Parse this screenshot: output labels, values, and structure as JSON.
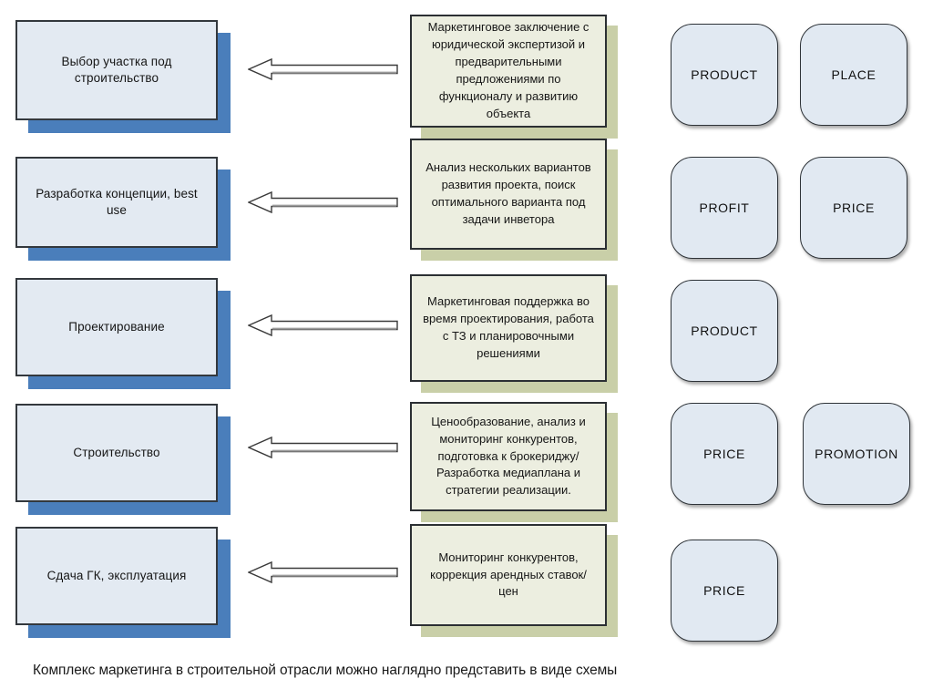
{
  "diagram": {
    "title_caption": "Комплекс маркетинга в строительной отрасли можно наглядно представить в виде схемы",
    "colors": {
      "stage_fill": "#e3eaf2",
      "stage_shadow": "#4a7ebb",
      "stage_border": "#33383d",
      "note_fill": "#eceee0",
      "note_shadow": "#c9cfa8",
      "note_border": "#2b2f33",
      "p_fill": "#e1e9f2",
      "p_border": "#2e3338",
      "page_background": "#ffffff"
    },
    "stages": [
      {
        "label": "Выбор участка под строительство"
      },
      {
        "label": "Разработка концепции, best use"
      },
      {
        "label": "Проектирование"
      },
      {
        "label": "Строительство"
      },
      {
        "label": "Сдача ГК, эксплуатация"
      }
    ],
    "arrows": [
      {
        "name": "arrow-left-1",
        "direction": "left"
      },
      {
        "name": "arrow-left-2",
        "direction": "left"
      },
      {
        "name": "arrow-left-3",
        "direction": "left"
      },
      {
        "name": "arrow-left-4",
        "direction": "left"
      },
      {
        "name": "arrow-left-5",
        "direction": "left"
      }
    ],
    "notes": [
      {
        "label": "Маркетинговое заключение с юридической экспертизой и предварительными предложениями по функционалу и развитию объекта"
      },
      {
        "label": "Анализ нескольких вариантов развития проекта, поиск оптимального варианта под задачи инветора"
      },
      {
        "label": "Маркетинговая поддержка во время проектирования, работа с ТЗ и планировочными решениями"
      },
      {
        "label": "Ценообразование, анализ и мониторинг конкурентов, подготовка к брокериджу/ Разработка медиаплана и стратегии реализации."
      },
      {
        "label": "Мониторинг конкурентов, коррекция арендных ставок/цен"
      }
    ],
    "marketing_mix": [
      {
        "label": "PRODUCT",
        "row": 1,
        "col": 1
      },
      {
        "label": "PLACE",
        "row": 1,
        "col": 2
      },
      {
        "label": "PROFIT",
        "row": 2,
        "col": 1
      },
      {
        "label": "PRICE",
        "row": 2,
        "col": 2
      },
      {
        "label": "PRODUCT",
        "row": 3,
        "col": 1
      },
      {
        "label": "PRICE",
        "row": 4,
        "col": 1
      },
      {
        "label": "PROMOTION",
        "row": 4,
        "col": 2
      },
      {
        "label": "PRICE",
        "row": 5,
        "col": 1
      }
    ]
  }
}
